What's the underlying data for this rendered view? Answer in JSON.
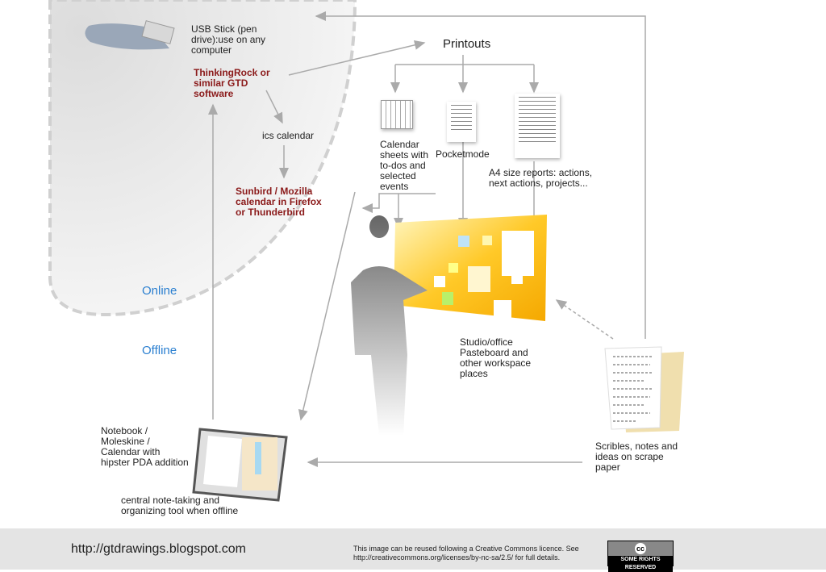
{
  "zones": {
    "online": "Online",
    "offline": "Offline"
  },
  "usb": {
    "label_lines": [
      "USB Stick (pen",
      "drive):use on any",
      "computer"
    ]
  },
  "thinkingrock": {
    "lines": [
      "ThinkingRock or",
      "similar GTD",
      "software"
    ]
  },
  "ics": {
    "label": "ics calendar"
  },
  "sunbird": {
    "lines": [
      "Sunbird / Mozilla",
      "calendar in Firefox",
      "or Thunderbird"
    ]
  },
  "printouts": {
    "title": "Printouts",
    "calendar": [
      "Calendar",
      "sheets with",
      "to-dos and",
      "selected",
      "events"
    ],
    "pocketmode": "Pocketmode",
    "a4": [
      "A4 size reports: actions,",
      "next actions, projects..."
    ]
  },
  "studio": {
    "lines": [
      "Studio/office",
      "Pasteboard and",
      "other workspace",
      "places"
    ]
  },
  "scribbles": {
    "lines": [
      "Scribles, notes and",
      "ideas on scrape",
      "paper"
    ]
  },
  "notebook": {
    "lines": [
      "Notebook /",
      "Moleskine /",
      "Calendar with",
      "hipster PDA addition"
    ],
    "caption": [
      "central note-taking and",
      "organizing tool when offline"
    ]
  },
  "footer": {
    "url": "http://gtdrawings.blogspot.com",
    "licence": [
      "This image can be reused following a Creative Commons licence. See",
      "http://creativecommons.org/licenses/by-nc-sa/2.5/ for full details."
    ],
    "badge_symbol": "cc",
    "badge_text": "SOME RIGHTS RESERVED"
  }
}
